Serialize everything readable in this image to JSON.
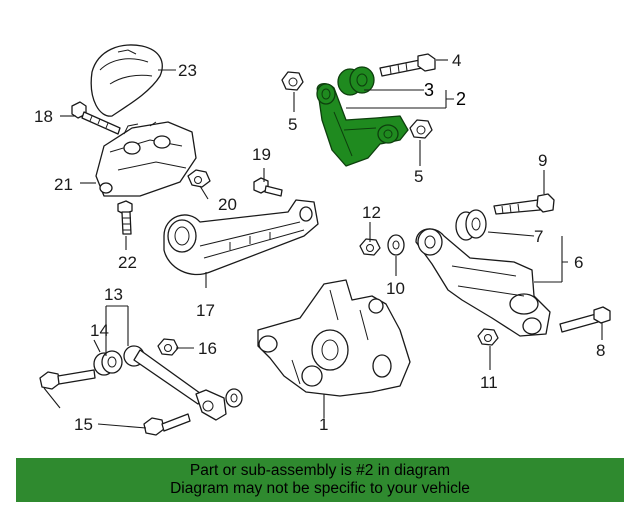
{
  "callouts": {
    "n1": "1",
    "n2": "2",
    "n3": "3",
    "n4": "4",
    "n5a": "5",
    "n5b": "5",
    "n6": "6",
    "n7": "7",
    "n8": "8",
    "n9": "9",
    "n10": "10",
    "n11": "11",
    "n12": "12",
    "n13": "13",
    "n14": "14",
    "n15": "15",
    "n16": "16",
    "n17": "17",
    "n18": "18",
    "n19": "19",
    "n20": "20",
    "n21": "21",
    "n22": "22",
    "n23": "23"
  },
  "highlighted_part": "2",
  "colors": {
    "highlight": "#1f8a1f",
    "banner": "#2f8a2f"
  },
  "banner": {
    "line1": "Part or sub-assembly is #2 in diagram",
    "line2": "Diagram may not be specific to your vehicle"
  }
}
